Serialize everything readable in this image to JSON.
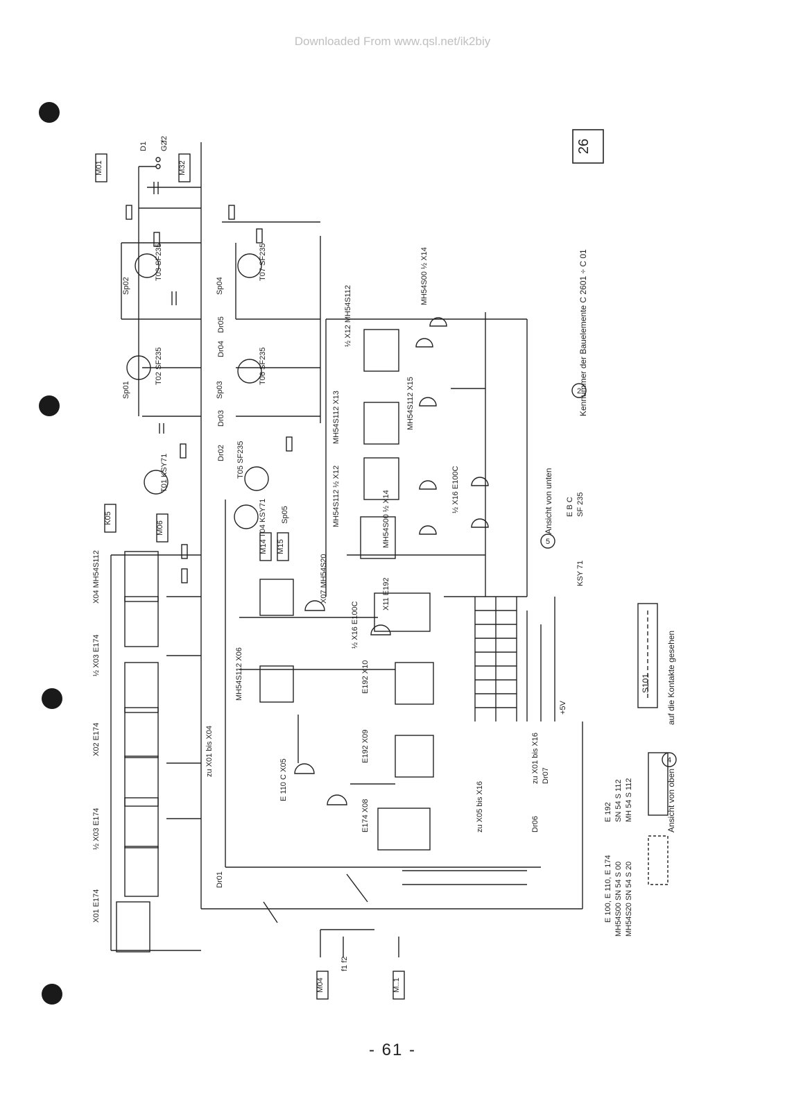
{
  "watermark": "Downloaded From www.qsl.net/ik2biy",
  "page_number": "- 61 -",
  "sheet_number": "26",
  "connectors": {
    "m01": "M01",
    "m32": "M32",
    "k05": "K05",
    "m06": "M06",
    "m14": "M14",
    "m15": "M15",
    "m04": "M04",
    "m_bottom": "M..1"
  },
  "signals": {
    "f2": "f2",
    "f_in": "f1 f2",
    "d1": "D1",
    "g2": "G2"
  },
  "ics": {
    "x01": "X01 E174",
    "x02": "X02 E174",
    "x03": "½ X03 E174",
    "x03b": "½ X03 E174",
    "x04": "X04 MH54S112",
    "x05": "E 110 C  X05",
    "x06": "MH54S112  X06",
    "x07": "X07 MH54S20",
    "x08": "E174  X08",
    "x09": "E192  X09",
    "x10": "E192  X10",
    "x11": "X11 E192",
    "x12a": "MH54S112  ½ X12",
    "x12b": "½ X12  MH54S112",
    "x13": "MH54S112  X13",
    "x14": "MH54S00  ½ X14",
    "x14b": "MH54S00  ½ X14",
    "x15": "MH54S112  X15",
    "x16a": "½ X16 E100C",
    "x16b": "½ X16 E100C"
  },
  "transistors": {
    "t01": "T01 KSY71",
    "t02": "T02 SF235",
    "t03": "T03 SF235",
    "t04": "T04 KSY71",
    "t05": "T05 SF235",
    "t06": "T06 SF235",
    "t07": "T07 SF235"
  },
  "inductors": {
    "sp01": "Sp01",
    "sp02": "Sp02",
    "sp03": "Sp03",
    "sp04": "Sp04",
    "sp05": "Sp05",
    "dr01": "Dr01",
    "dr02": "Dr02",
    "dr03": "Dr03",
    "dr04": "Dr04",
    "dr05": "Dr05",
    "dr06": "Dr06",
    "dr07": "Dr07"
  },
  "switch": "S101",
  "notes": {
    "part_numbers": "Kennummer der Bauelemente C 2601 ÷ C 01",
    "bottom_view": "Ansicht von unten",
    "top_view": "Ansicht von oben",
    "contacts_view": "auf die Kontakte gesehen",
    "to_x01_x04": "zu X01 bis X04",
    "to_x01_x16": "zu X01 bis X16",
    "to_x05_x16": "zu X05 bis X16",
    "family_a": "E 100, E 110, E 174",
    "family_b": "MH54S00 SN 54 S 00",
    "family_c": "MH54S20 SN 54 S 20",
    "family_d": "E 192",
    "family_e": "SN 54 S 112",
    "family_f": "MH 54 S 112",
    "pin_ebc": "E B C",
    "pin_sf235": "SF 235",
    "pin_ksy71": "KSY 71",
    "plus5v": "+5V",
    "circle2": "2",
    "circle4": "4",
    "circle5": "5"
  }
}
